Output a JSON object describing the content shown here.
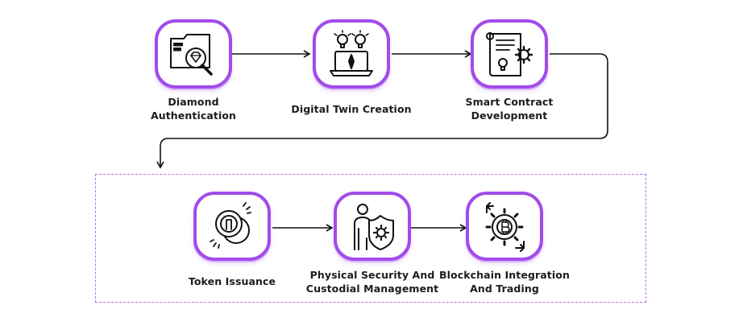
{
  "colors": {
    "accent": "#a24bea",
    "icon_stroke": "#111111",
    "dashed_frame": "#b66cf0"
  },
  "steps": [
    {
      "icon": "diamond-folder-magnifier-icon",
      "label_lines": [
        "Diamond",
        "Authentication"
      ]
    },
    {
      "icon": "laptop-lightbulbs-icon",
      "label_lines": [
        "Digital Twin Creation"
      ]
    },
    {
      "icon": "contract-scroll-gear-icon",
      "label_lines": [
        "Smart Contract",
        "Development"
      ]
    },
    {
      "icon": "token-coins-icon",
      "label_lines": [
        "Token Issuance"
      ]
    },
    {
      "icon": "person-shield-gear-icon",
      "label_lines": [
        "Physical Security And",
        "Custodial Management"
      ]
    },
    {
      "icon": "bitcoin-gear-arrows-icon",
      "label_lines": [
        "Blockchain Integration",
        "And Trading"
      ]
    }
  ]
}
